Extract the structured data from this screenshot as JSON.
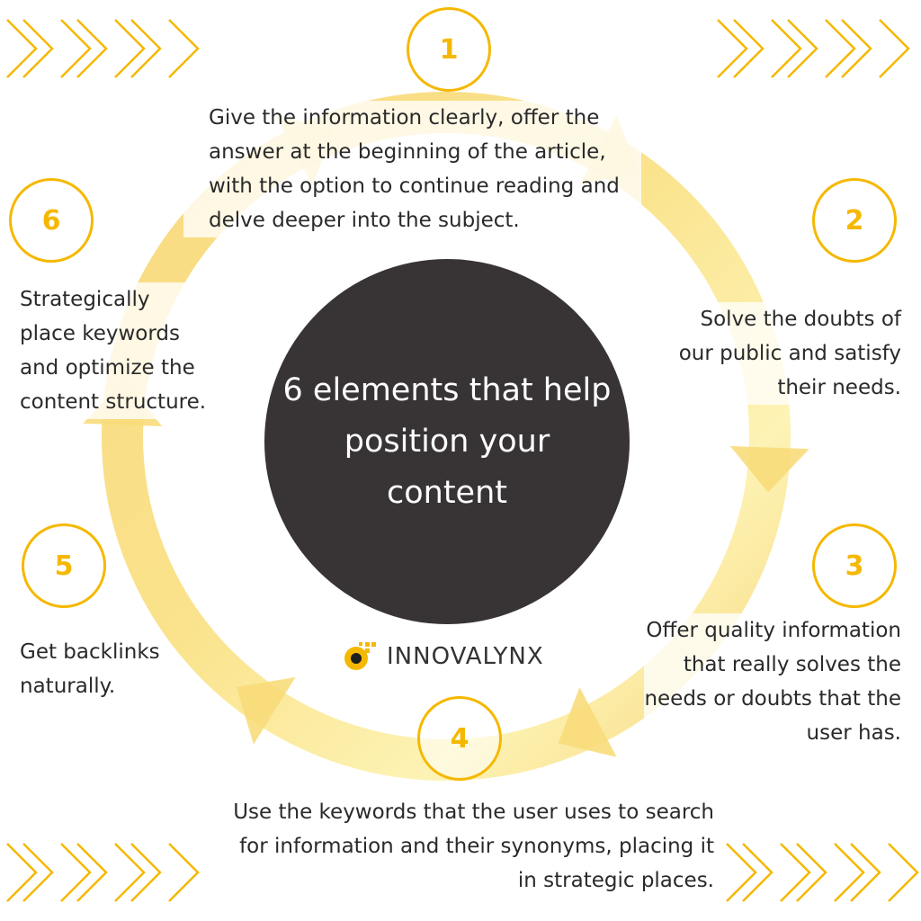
{
  "center": {
    "title_lines": [
      "6 elements that help",
      "position your",
      "content"
    ]
  },
  "steps": [
    {
      "number": "1",
      "lines": [
        "Give the information clearly, offer the",
        "answer at the beginning of the article,",
        "with the option to continue reading and",
        "delve deeper into the subject."
      ]
    },
    {
      "number": "2",
      "lines": [
        "Solve the doubts of",
        "our public and satisfy",
        "their needs."
      ]
    },
    {
      "number": "3",
      "lines": [
        "Offer quality information",
        "that really solves the",
        "needs or doubts that the",
        "user has."
      ]
    },
    {
      "number": "4",
      "lines": [
        "Use the keywords that the user uses to search",
        "for information and their synonyms, placing it",
        "in strategic places."
      ]
    },
    {
      "number": "5",
      "lines": [
        "Get backlinks",
        "naturally."
      ]
    },
    {
      "number": "6",
      "lines": [
        "Strategically",
        "place keywords",
        "and optimize the",
        "content structure."
      ]
    }
  ],
  "brand": {
    "name": "INNOVALYNX",
    "icon": "innovalynx-logo-icon"
  },
  "colors": {
    "accent": "#f5b800",
    "ring_light": "#fff3a8",
    "center": "#383436",
    "text": "#2a2a2a"
  }
}
